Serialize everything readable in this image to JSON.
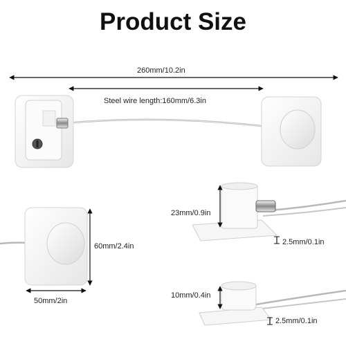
{
  "title": "Product Size",
  "dimensions": {
    "total_length": "260mm/10.2in",
    "wire_length": "Steel wire length:160mm/6.3in",
    "plate_height": "60mm/2.4in",
    "plate_width": "50mm/2in",
    "lock_height": "23mm/0.9in",
    "lock_base_thickness": "2.5mm/0.1in",
    "knob_height": "10mm/0.4in",
    "knob_base_thickness": "2.5mm/0.1in"
  }
}
